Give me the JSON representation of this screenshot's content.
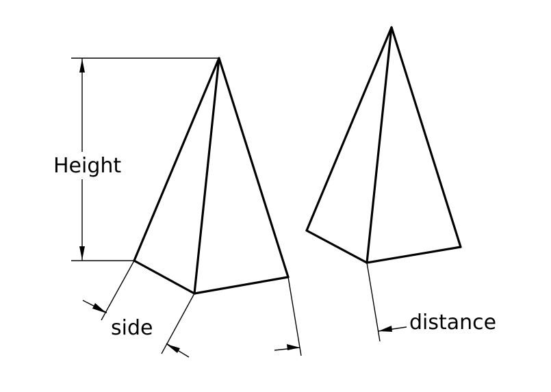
{
  "labels": {
    "height": "Height",
    "side": "side",
    "distance": "distance"
  },
  "colors": {
    "stroke": "#000000",
    "background": "#ffffff"
  }
}
